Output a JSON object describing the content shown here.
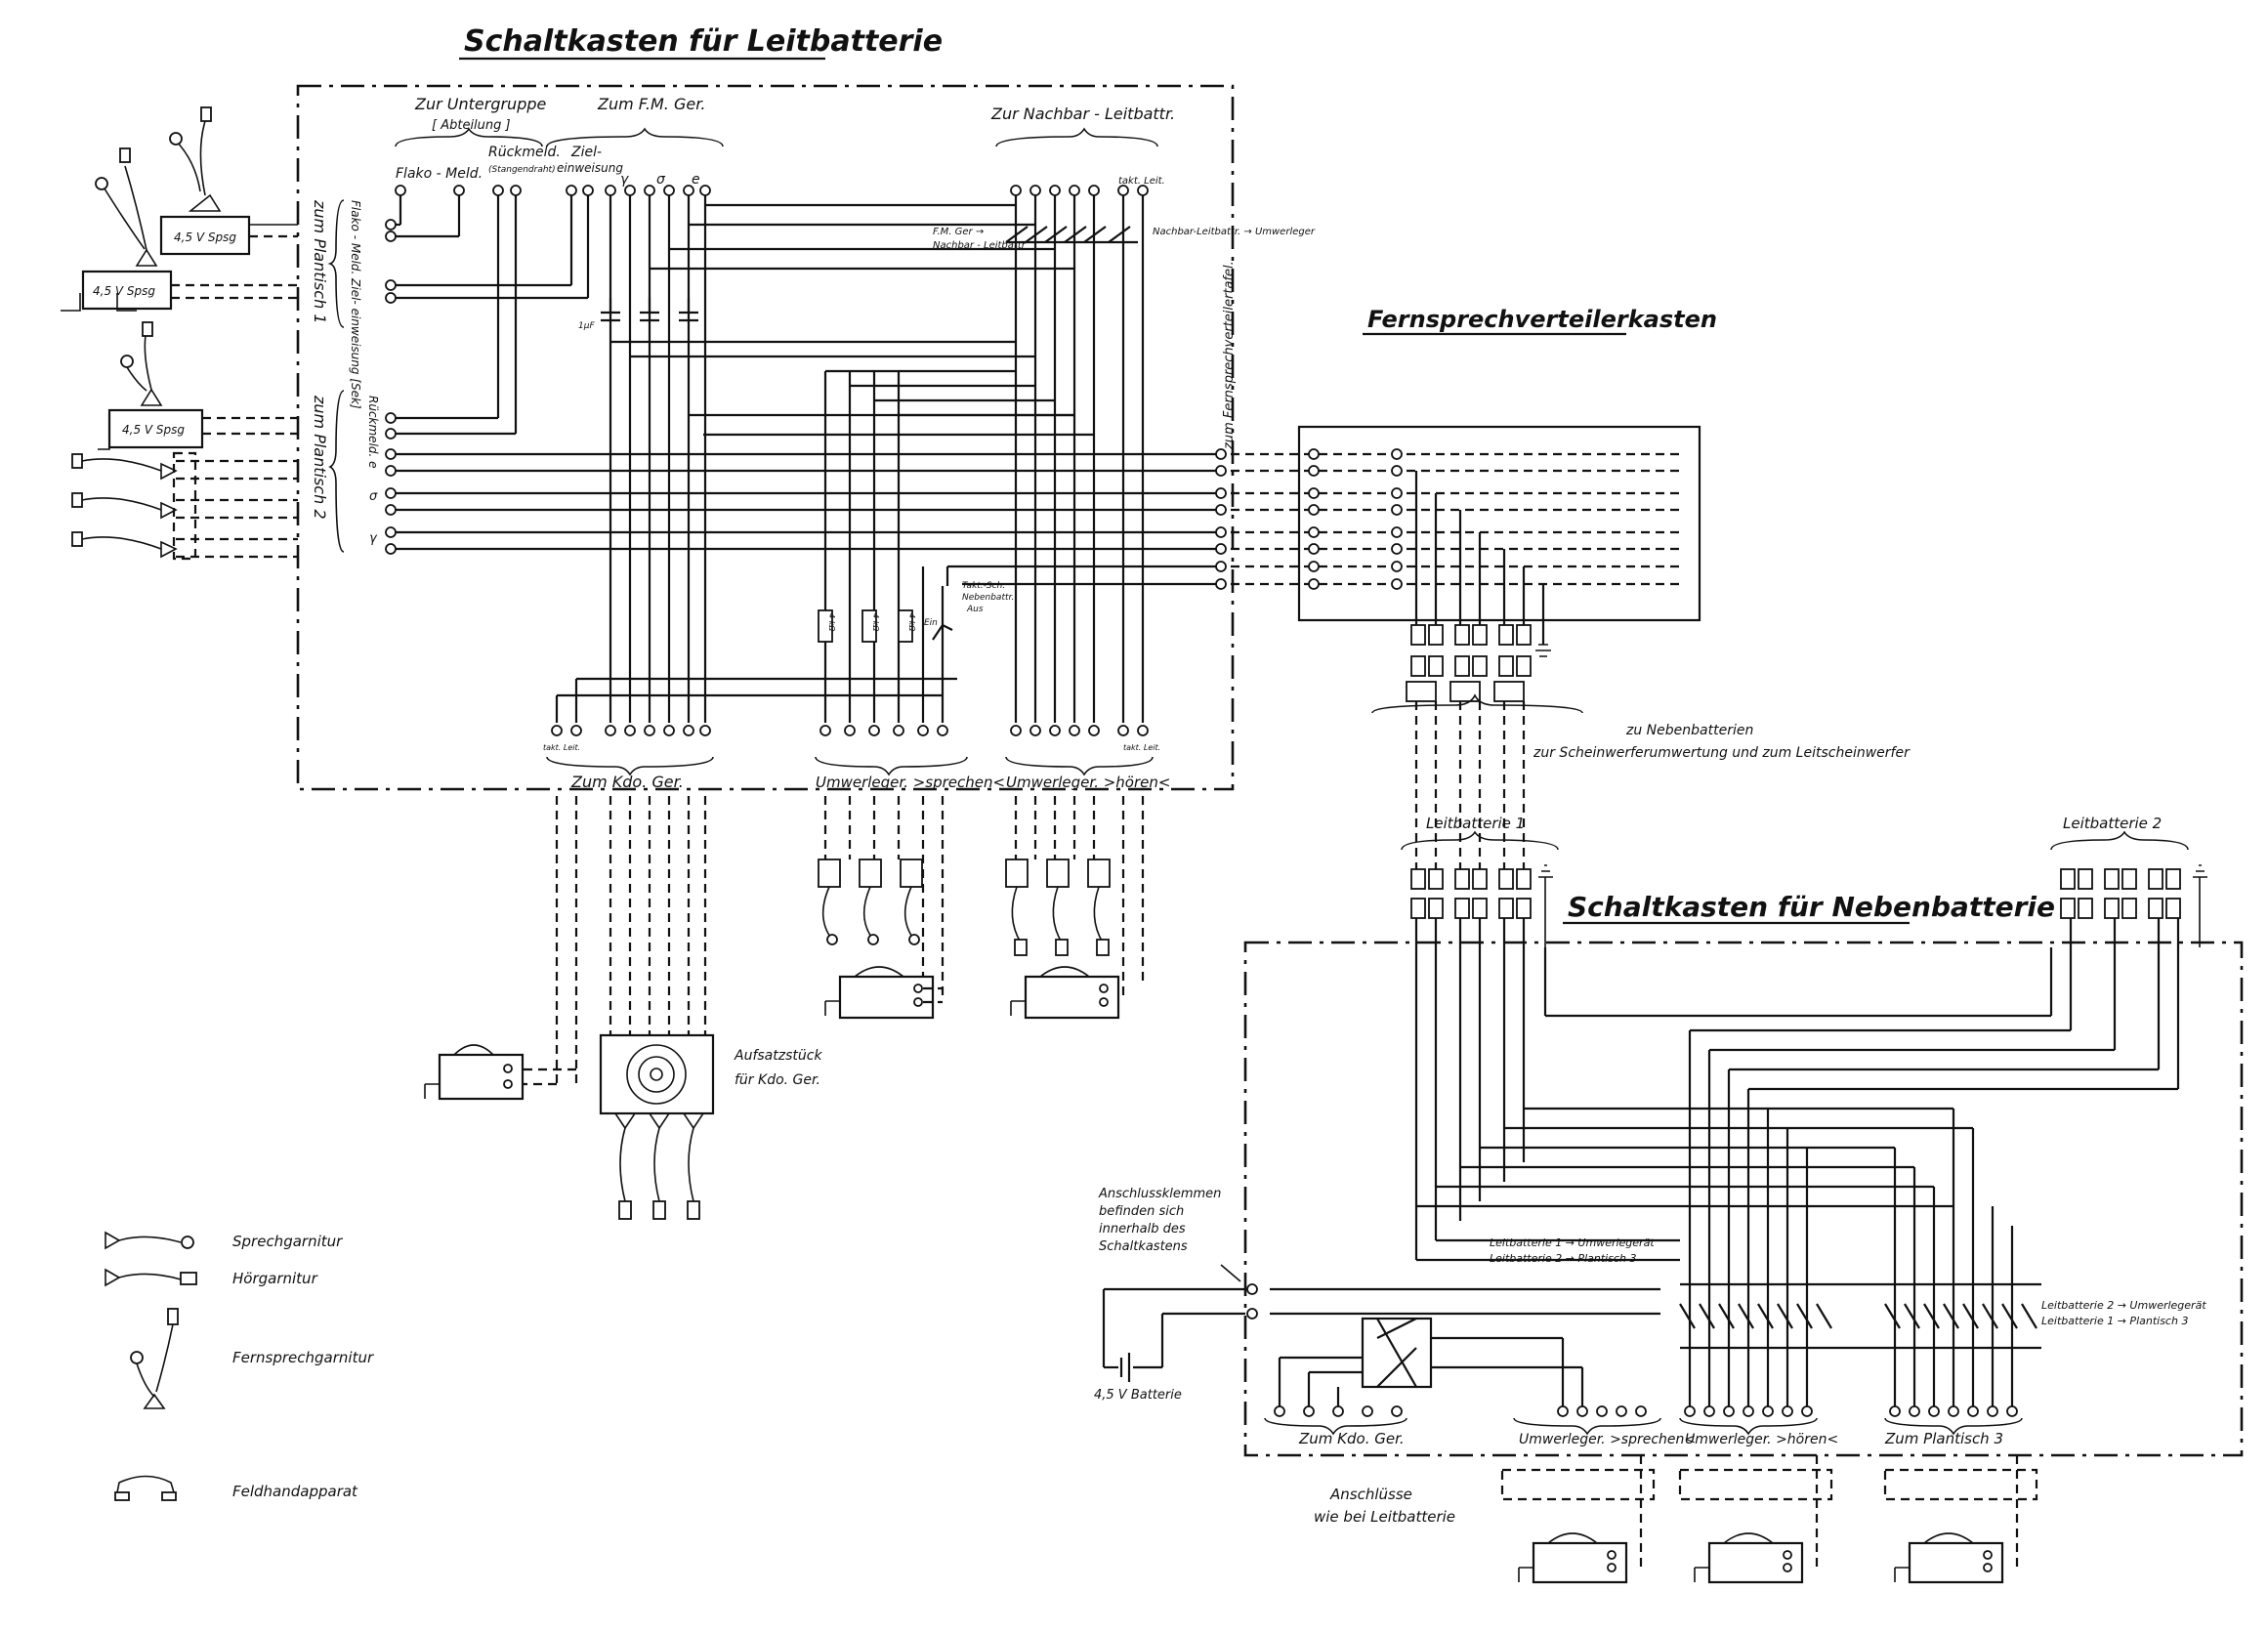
{
  "titles": {
    "leitbatterie": "Schaltkasten für Leitbatterie",
    "verteiler": "Fernsprechverteilerkasten",
    "nebenbatterie": "Schaltkasten für Nebenbatterie"
  },
  "top_groups": {
    "untergruppe": "Zur Untergruppe",
    "abteilung": "[ Abteilung ]",
    "fm_ger": "Zum F.M. Ger.",
    "nachbar": "Zur Nachbar - Leitbattr.",
    "flako_meld": "Flako - Meld.",
    "rueckmeld": "Rückmeld.",
    "stangendraht": "(Stangendraht)",
    "ziel": "Ziel-",
    "einweisung": "einweisung",
    "gamma": "γ",
    "sigma": "σ",
    "e": "e",
    "takt_leit": "takt. Leit."
  },
  "left_vertical": {
    "zum_plantisch_1": "zum Plantisch 1",
    "zum_plantisch_2": "zum Plantisch 2",
    "flako_zielein": "Flako - Meld. Ziel- einweisung [Sek]",
    "rueckmeld_e": "Rückmeld. e",
    "sigma": "σ",
    "gamma": "γ"
  },
  "batteries": {
    "spsg_1": "4,5 V Spsg",
    "spsg_2": "4,5 V Spsg",
    "spsg_3": "4,5 V Spsg"
  },
  "inner_labels": {
    "fm_nachbar": "F.M. Ger →",
    "fm_nachbar2": "Nachbar - Leitbattr",
    "nachbar_umwerleger": "Nachbar-Leitbattr. → Umwerleger",
    "zum_fernsprech": "zum Fernsprechverteilertafel.",
    "cap": "1μF",
    "takt_sch": "Takt.-Sch.",
    "nebenbattr": "Nebenbattr.",
    "aus": "Aus",
    "ein": "Ein",
    "r1": "4 kΩ",
    "r2": "4 kΩ",
    "r3": "4 kΩ",
    "ab1": "takt. Leit.",
    "ab2": "takt. Leit."
  },
  "bottom_groups": {
    "zum_kdo": "Zum  Kdo.  Ger.",
    "umwerleger_sprechen": "Umwerleger. >sprechen<",
    "umwerleger_hoeren": "Umwerleger. >hören<",
    "aufsatzstueck": "Aufsatzstück",
    "fuer_kdo": "für Kdo. Ger."
  },
  "verteiler_labels": {
    "zu_nebenbatterien": "zu  Nebenbatterien",
    "scheinwerfer": "zur  Scheinwerferumwertung  und zum  Leitscheinwerfer",
    "leitbatterie_1": "Leitbatterie 1",
    "leitbatterie_2": "Leitbatterie 2"
  },
  "neben_labels": {
    "anschluss1": "Anschlussklemmen",
    "anschluss2": "befinden sich",
    "anschluss3": "innerhalb des",
    "anschluss4": "Schaltkastens",
    "lb1_umwerleger": "Leitbatterie 1 → Umwerlegerät",
    "lb2_plantisch": "Leitbatterie 2 → Plantisch  3",
    "lb2_umwerleger": "Leitbatterie 2 → Umwerlegerät",
    "lb1_plantisch": "Leitbatterie 1 → Plantisch 3",
    "batterie": "4,5 V Batterie",
    "zum_kdo": "Zum  Kdo.  Ger.",
    "umw_sprechen": "Umwerleger. >sprechen<",
    "umw_hoeren": "Umwerleger. >hören<",
    "plantisch_3": "Zum  Plantisch 3",
    "anschluesse": "Anschlüsse",
    "wie_bei": "wie bei Leitbatterie"
  },
  "legend": {
    "sprechgarnitur": "Sprechgarnitur",
    "hoergarnitur": "Hörgarnitur",
    "fernsprechgarnitur": "Fernsprechgarnitur",
    "feldhandapparat": "Feldhandapparat"
  }
}
